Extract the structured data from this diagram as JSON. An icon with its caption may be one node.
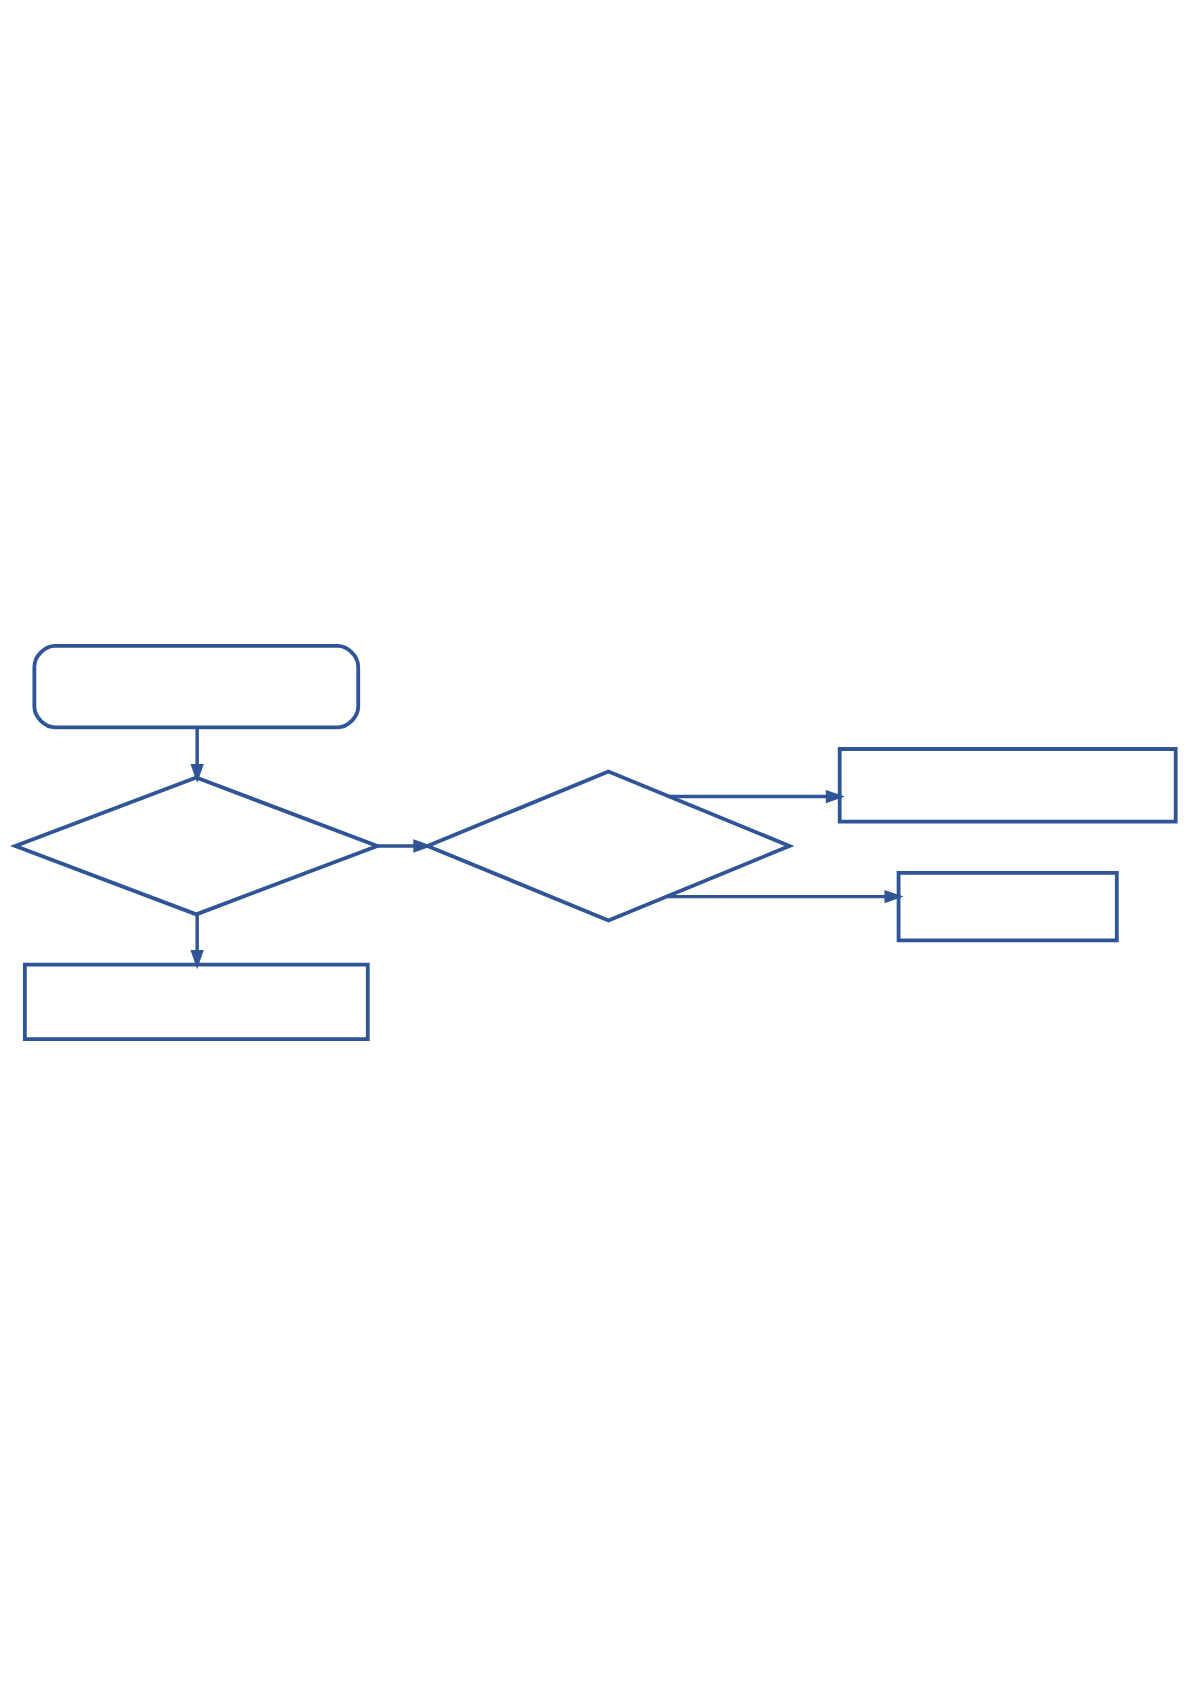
{
  "diagram": {
    "nodes": [
      {
        "text": [],
        "shape": "box"
      },
      {
        "text": [],
        "shape": "diamond"
      },
      {
        "text": [],
        "shape": "diamond"
      },
      {
        "text": [],
        "shape": "box"
      },
      {
        "text": [],
        "shape": "box"
      },
      {
        "text": [],
        "shape": "box"
      }
    ],
    "edges": [
      {
        "from": 0,
        "to": 1,
        "arrow": "to"
      },
      {
        "from": 1,
        "to": 2,
        "arrow": "to"
      },
      {
        "from": 2,
        "to": 3,
        "arrow": "to"
      },
      {
        "from": 2,
        "to": 4,
        "arrow": "to"
      },
      {
        "from": 1,
        "to": 5,
        "arrow": "to"
      }
    ]
  }
}
